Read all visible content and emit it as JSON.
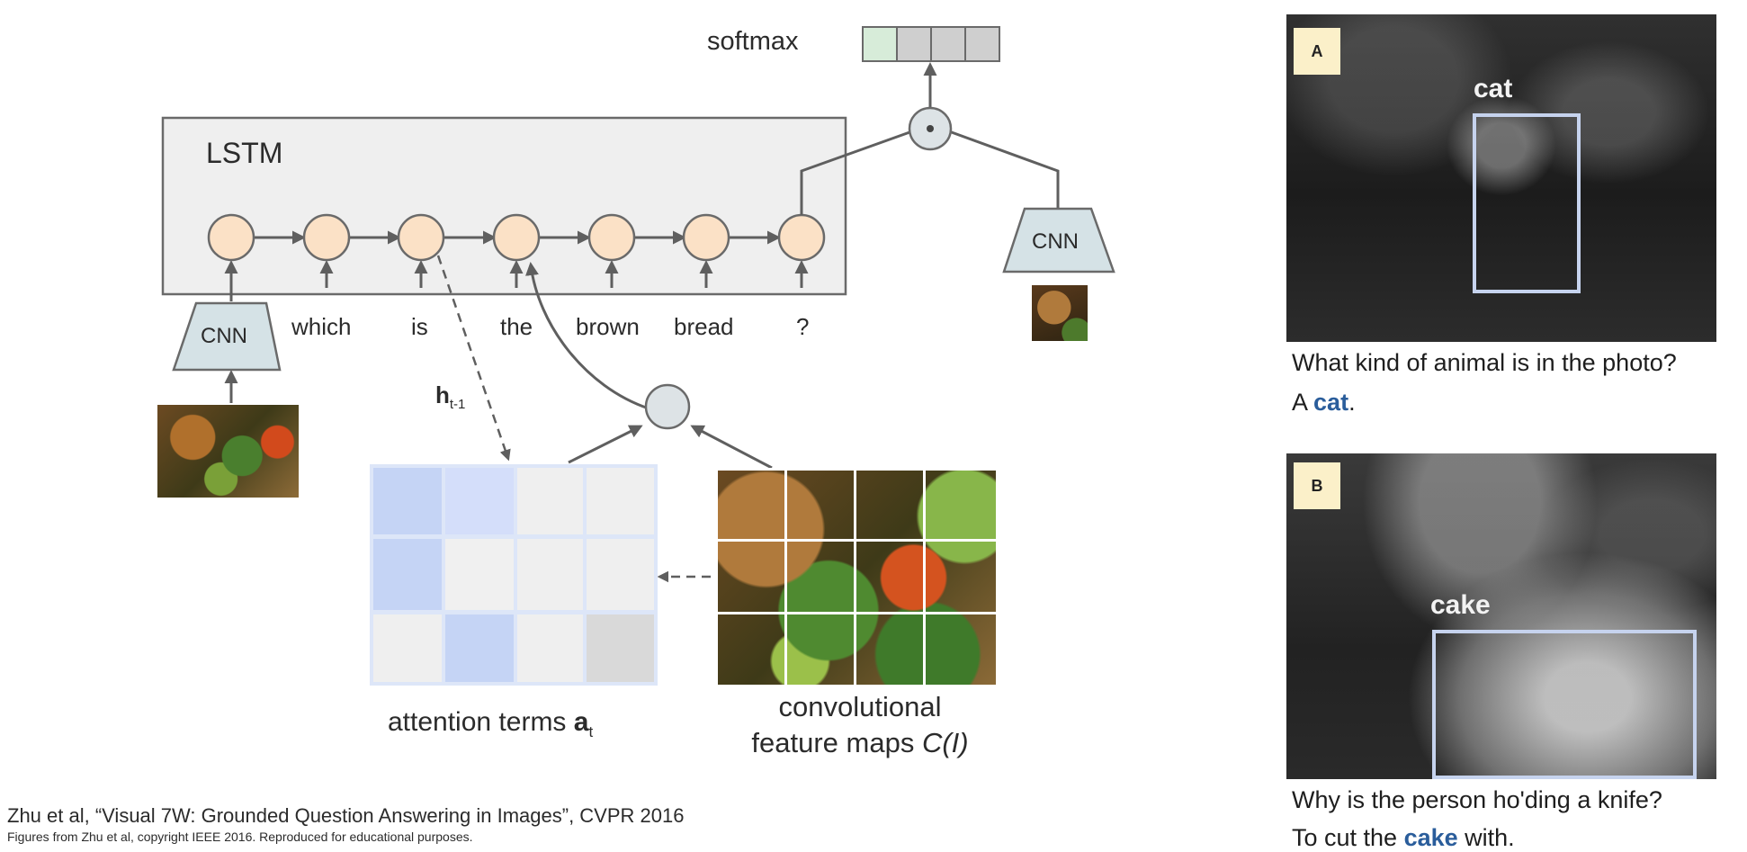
{
  "diagram": {
    "softmax_label": "softmax",
    "lstm_label": "LSTM",
    "cnn_label": "CNN",
    "question_words": [
      "which",
      "is",
      "the",
      "brown",
      "bread",
      "?"
    ],
    "hidden_state_label": {
      "main": "h",
      "sub": "t-1"
    },
    "attention_label": {
      "main": "attention terms ",
      "bold": "a",
      "sub": "t"
    },
    "feature_maps_label": {
      "line1": "convolutional",
      "line2": "feature maps ",
      "italic": "C(I)"
    }
  },
  "examples": [
    {
      "badge": "A",
      "object_label": "cat",
      "question": "What kind of animal is in the photo?",
      "answer_prefix": "A ",
      "answer_highlight": "cat",
      "answer_suffix": "."
    },
    {
      "badge": "B",
      "object_label": "cake",
      "question": "Why is the person ho'ding a knife?",
      "answer_prefix": "To cut the ",
      "answer_highlight": "cake",
      "answer_suffix": " with."
    }
  ],
  "citation": {
    "main": "Zhu et al, “Visual 7W: Grounded Question Answering in Images”, CVPR 2016",
    "small": "Figures from Zhu et al, copyright IEEE 2016. Reproduced for educational purposes."
  },
  "colors": {
    "lstm_node": "#fbe1c6",
    "node_gray": "#dde3e6",
    "cnn_fill": "#d5e2e6",
    "attention_blue": "#c5d4f5",
    "bbox": "#c6d3ee",
    "highlight": "#2a5d9b"
  }
}
